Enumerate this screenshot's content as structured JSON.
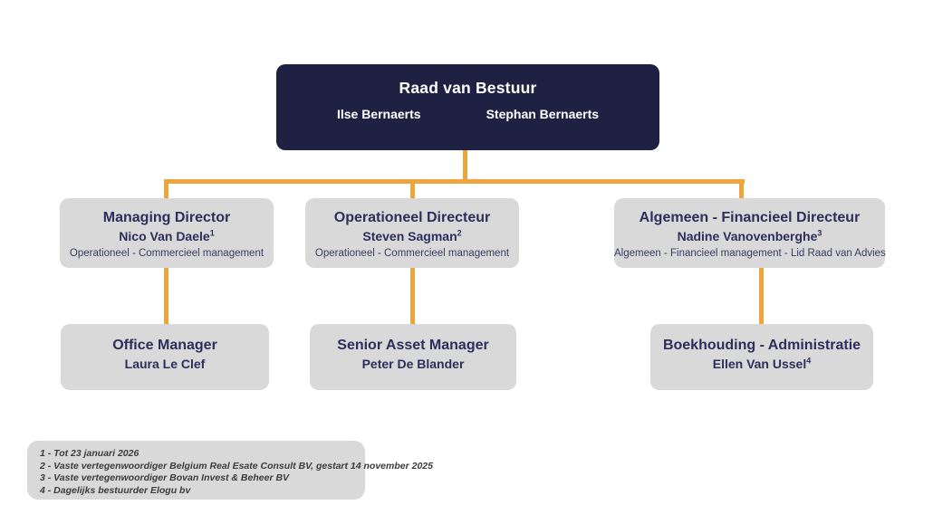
{
  "colors": {
    "navy": "#1f2142",
    "box_gray": "#d9d9d9",
    "text_navy": "#2c2e5b",
    "connector_orange": "#efa53e",
    "background": "#ffffff",
    "footnote_text": "#3c3c3c"
  },
  "org": {
    "board": {
      "title": "Raad van Bestuur",
      "members": [
        "Ilse Bernaerts",
        "Stephan Bernaerts"
      ]
    },
    "level2": [
      {
        "title": "Managing Director",
        "name": "Nico Van Daele",
        "sup": "1",
        "subtitle": "Operationeel - Commercieel management"
      },
      {
        "title": "Operationeel Directeur",
        "name": "Steven Sagman",
        "sup": "2",
        "subtitle": "Operationeel - Commercieel management"
      },
      {
        "title": "Algemeen - Financieel Directeur",
        "name": "Nadine Vanovenberghe",
        "sup": "3",
        "subtitle": "Algemeen - Financieel management - Lid Raad van Advies"
      }
    ],
    "level3": [
      {
        "title": "Office Manager",
        "name": "Laura Le Clef",
        "sup": ""
      },
      {
        "title": "Senior Asset Manager",
        "name": "Peter De Blander",
        "sup": ""
      },
      {
        "title": "Boekhouding - Administratie",
        "name": "Ellen Van Ussel",
        "sup": "4"
      }
    ]
  },
  "footnotes": [
    "1 - Tot 23 januari 2026",
    "2 - Vaste vertegenwoordiger Belgium Real Esate Consult BV, gestart 14 november 2025",
    "3 - Vaste vertegenwoordiger Bovan Invest & Beheer BV",
    "4 - Dagelijks bestuurder Elogu bv"
  ]
}
